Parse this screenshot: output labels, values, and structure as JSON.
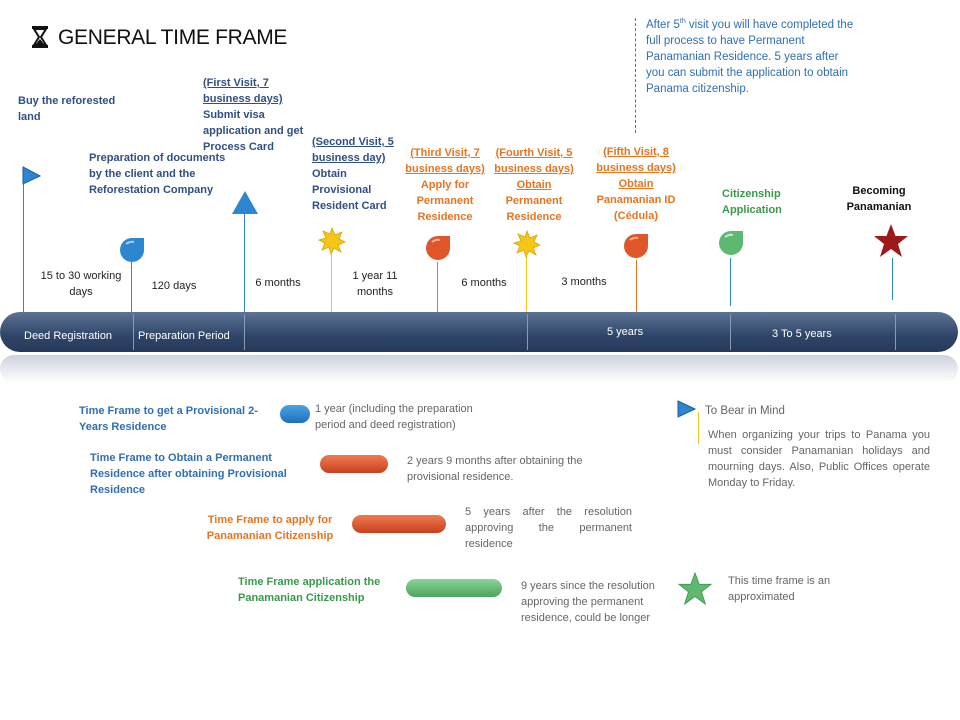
{
  "title": "GENERAL TIME FRAME",
  "note": {
    "line1_pre": "After 5",
    "line1_sup": "th",
    "line1_post": " visit you will have",
    "rest": "completed the full process to have Permanent Panamanian Residence. 5 years after you can submit the application to obtain Panama citizenship."
  },
  "milestones": {
    "buy_land": "Buy the reforested land",
    "preparation": "Preparation of documents by the client and the Reforestation Company",
    "first_visit_head": "(First Visit, 7 business days)",
    "first_visit_body": "Submit visa application and get Process Card",
    "second_visit_head": "(Second Visit, 5 business day)",
    "second_visit_body": "Obtain Provisional Resident Card",
    "third_visit_head": "(Third Visit, 7 business days)",
    "third_visit_body": "Apply for Permanent Residence",
    "fourth_visit_head": "(Fourth Visit, 5 business days) Obtain",
    "fourth_visit_body": "Permanent Residence",
    "fifth_visit_head": "(Fifth Visit, 8 business days) Obtain",
    "fifth_visit_body": "Panamanian ID (Cédula)",
    "citizenship": "Citizenship Application",
    "becoming": "Becoming Panamanian"
  },
  "durations": {
    "d1": "15 to 30 working days",
    "d2": "120 days",
    "d3": "6 months",
    "d4": "1 year 11 months",
    "d5": "6 months",
    "d6": "3 months"
  },
  "bar": {
    "seg1": "Deed Registration",
    "seg2": "Preparation Period",
    "seg3": "5 years",
    "seg4": "3  To 5 years"
  },
  "legend": {
    "l1_label": "Time Frame to get a Provisional 2-Years Residence",
    "l1_text": "1 year (including the preparation period and deed registration)",
    "l2_label": "Time Frame to Obtain a Permanent Residence after obtaining Provisional Residence",
    "l2_text": "2 years 9 months after obtaining the provisional residence.",
    "l3_label": "Time Frame to apply for Panamanian Citizenship",
    "l3_text": "5 years after the resolution approving the permanent residence",
    "l4_label": "Time Frame application  the Panamanian  Citizenship",
    "l4_text": "9 years since the resolution approving the permanent residence, could be longer"
  },
  "bear_in_mind": {
    "head": "To Bear in Mind",
    "text": "When organizing your trips to Panama you must consider Panamanian holidays and mourning days. Also, Public Offices operate Monday to Friday."
  },
  "approx_note": "This time frame is an approximated",
  "colors": {
    "blue": "#2e86d0",
    "orange": "#e0562a",
    "red": "#d6462a",
    "green": "#5fb870",
    "gold": "#f5c518",
    "star_red": "#9c1a1a",
    "bar": "#2f4568"
  },
  "icons": [
    "hourglass-icon",
    "flag-icon",
    "drop-icon",
    "triangle-icon",
    "sun-icon",
    "star-icon"
  ]
}
